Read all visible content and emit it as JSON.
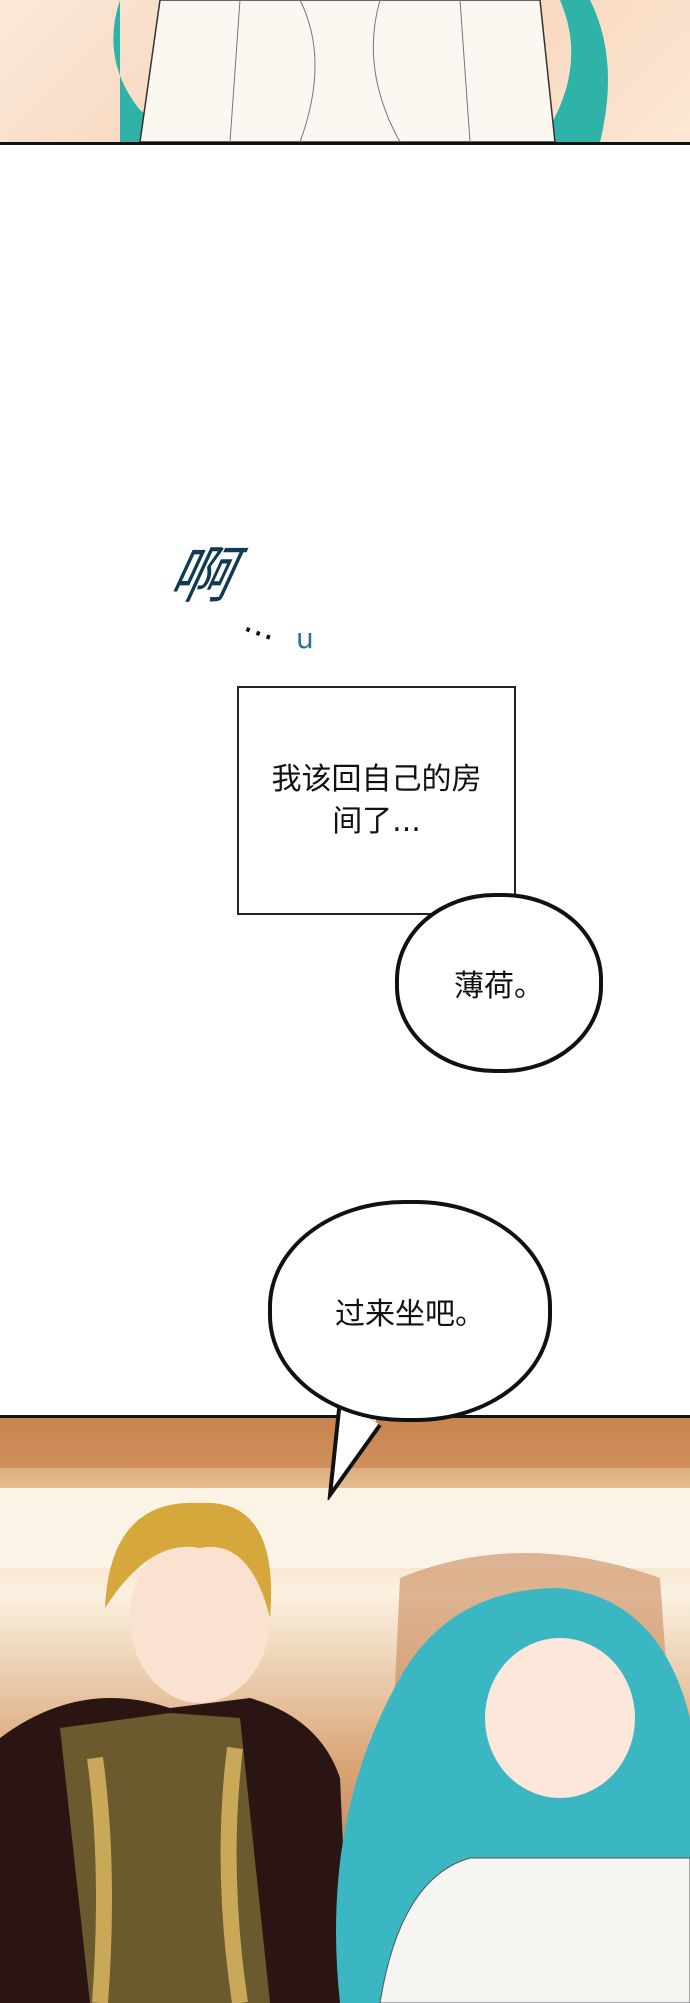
{
  "comic": {
    "sfx": "啊",
    "sfx_dots": "...",
    "sfx_sweat": "u",
    "narration": "我该回自己的房间了...",
    "bubble_1": "薄荷。",
    "bubble_2": "过来坐吧。"
  },
  "colors": {
    "hair_teal": "#3bb7c4",
    "hair_blond": "#d6a83c",
    "jacket": "#2a1512",
    "lace": "#c9a85a"
  }
}
